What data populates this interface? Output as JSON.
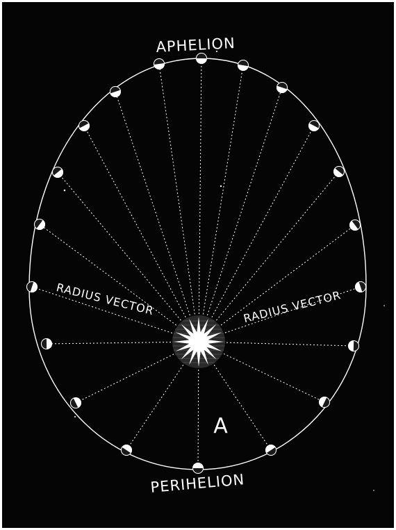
{
  "labels": {
    "aphelion": "APHELION",
    "perihelion": "PERIHELION",
    "radius_vector_left": "RADIUS VECTOR",
    "radius_vector_right": "RADIUS VECTOR",
    "area": "A"
  },
  "colors": {
    "background": "#050505",
    "ink": "#ffffff"
  }
}
